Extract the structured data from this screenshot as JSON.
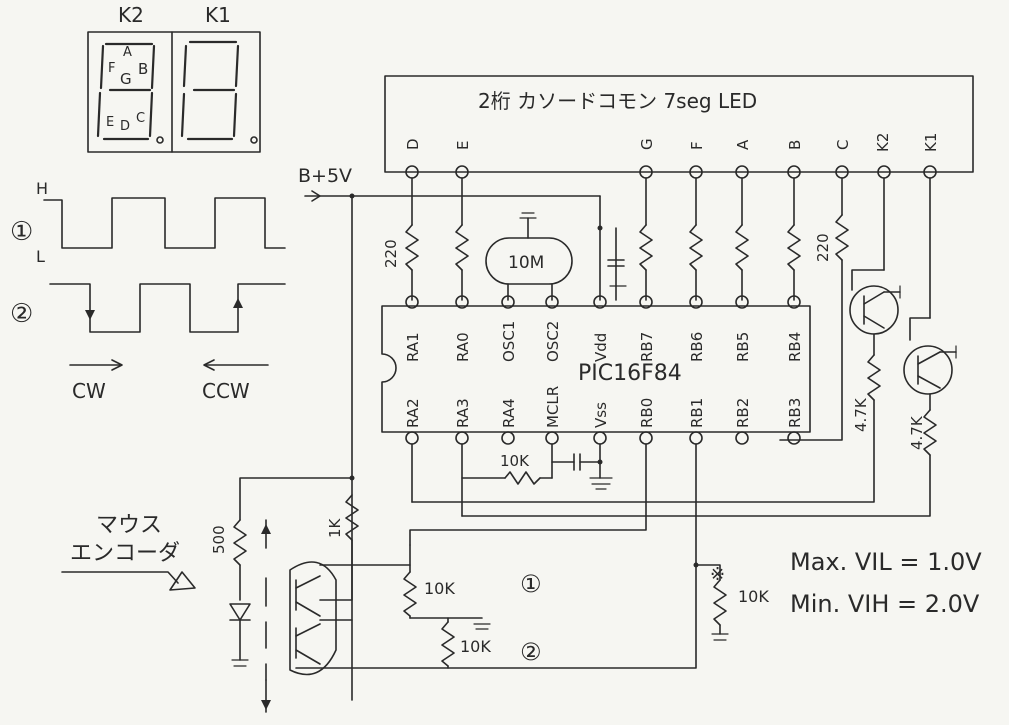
{
  "display": {
    "digit_labels": [
      "K2",
      "K1"
    ],
    "segment_letters": [
      "A",
      "F",
      "G",
      "B",
      "E",
      "D",
      "C"
    ]
  },
  "led_module": {
    "title": "2桁 カソードコモン 7seg LED",
    "pins": [
      "D",
      "E",
      "G",
      "F",
      "A",
      "B",
      "C",
      "K2",
      "K1"
    ]
  },
  "waveform": {
    "level_high": "H",
    "level_low": "L",
    "channel_1": "①",
    "channel_2": "②",
    "dir_cw": "CW",
    "dir_ccw": "CCW"
  },
  "power": {
    "label": "B+5V"
  },
  "mcu": {
    "name": "PIC16F84",
    "top_pins": [
      "RA1",
      "RA0",
      "OSC1",
      "OSC2",
      "Vdd",
      "RB7",
      "RB6",
      "RB5",
      "RB4"
    ],
    "bottom_pins": [
      "RA2",
      "RA3",
      "RA4",
      "MCLR",
      "Vss",
      "RB0",
      "RB1",
      "RB2",
      "RB3"
    ]
  },
  "components": {
    "crystal": "10M",
    "r_segment_a": "220",
    "r_segment_c": "220",
    "r_mclr": "10K",
    "r_base_1": "4.7K",
    "r_base_2": "4.7K",
    "r_led": "500",
    "r_pullup": "1K",
    "r_div_1": "10K",
    "r_div_2": "10K",
    "r_rb1": "10K",
    "note_mark": "※"
  },
  "encoder": {
    "label_line1": "マウス",
    "label_line2": "エンコーダ",
    "signal_1": "①",
    "signal_2": "②"
  },
  "specs": {
    "vil": "Max. VIL = 1.0V",
    "vih": "Min. VIH = 2.0V"
  }
}
